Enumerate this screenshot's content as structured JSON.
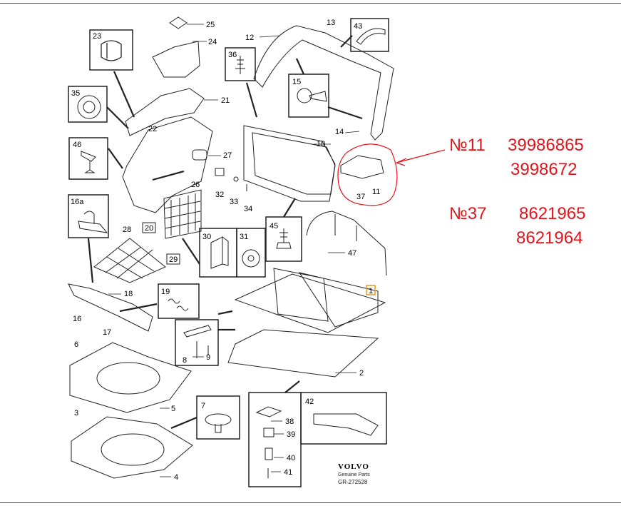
{
  "callouts": [
    {
      "key": "c25",
      "text": "25"
    },
    {
      "key": "c24",
      "text": "24"
    },
    {
      "key": "c23",
      "text": "23"
    },
    {
      "key": "c36",
      "text": "36"
    },
    {
      "key": "c12",
      "text": "12"
    },
    {
      "key": "c13",
      "text": "13"
    },
    {
      "key": "c43",
      "text": "43"
    },
    {
      "key": "c35",
      "text": "35"
    },
    {
      "key": "c21",
      "text": "21"
    },
    {
      "key": "c15",
      "text": "15"
    },
    {
      "key": "c22",
      "text": "22"
    },
    {
      "key": "c14",
      "text": "14"
    },
    {
      "key": "c46",
      "text": "46"
    },
    {
      "key": "c10",
      "text": "10"
    },
    {
      "key": "c27",
      "text": "27"
    },
    {
      "key": "c26",
      "text": "26"
    },
    {
      "key": "c32",
      "text": "32"
    },
    {
      "key": "c33",
      "text": "33"
    },
    {
      "key": "c34",
      "text": "34"
    },
    {
      "key": "c37",
      "text": "37"
    },
    {
      "key": "c11",
      "text": "11"
    },
    {
      "key": "c16a",
      "text": "16a"
    },
    {
      "key": "c20",
      "text": "20"
    },
    {
      "key": "c28",
      "text": "28"
    },
    {
      "key": "c45",
      "text": "45"
    },
    {
      "key": "c30",
      "text": "30"
    },
    {
      "key": "c31",
      "text": "31"
    },
    {
      "key": "c29",
      "text": "29"
    },
    {
      "key": "c47",
      "text": "47"
    },
    {
      "key": "c1",
      "text": "1"
    },
    {
      "key": "c18",
      "text": "18"
    },
    {
      "key": "c19",
      "text": "19"
    },
    {
      "key": "c16",
      "text": "16"
    },
    {
      "key": "c17",
      "text": "17"
    },
    {
      "key": "c8",
      "text": "8"
    },
    {
      "key": "c9",
      "text": "9"
    },
    {
      "key": "c6",
      "text": "6"
    },
    {
      "key": "c2",
      "text": "2"
    },
    {
      "key": "c5",
      "text": "5"
    },
    {
      "key": "c7",
      "text": "7"
    },
    {
      "key": "c42",
      "text": "42"
    },
    {
      "key": "c38",
      "text": "38"
    },
    {
      "key": "c3",
      "text": "3"
    },
    {
      "key": "c39",
      "text": "39"
    },
    {
      "key": "c40",
      "text": "40"
    },
    {
      "key": "c41",
      "text": "41"
    },
    {
      "key": "c4",
      "text": "4"
    }
  ],
  "annotations": {
    "part11_label": "№11",
    "part11_numbers": [
      "39986865",
      "3998672"
    ],
    "part37_label": "№37",
    "part37_numbers": [
      "8621965",
      "8621964"
    ],
    "color": "#e8121a"
  },
  "branding": {
    "logo_text": "VOLVO",
    "subtitle": "Genuine Parts",
    "code": "GR-272528"
  }
}
